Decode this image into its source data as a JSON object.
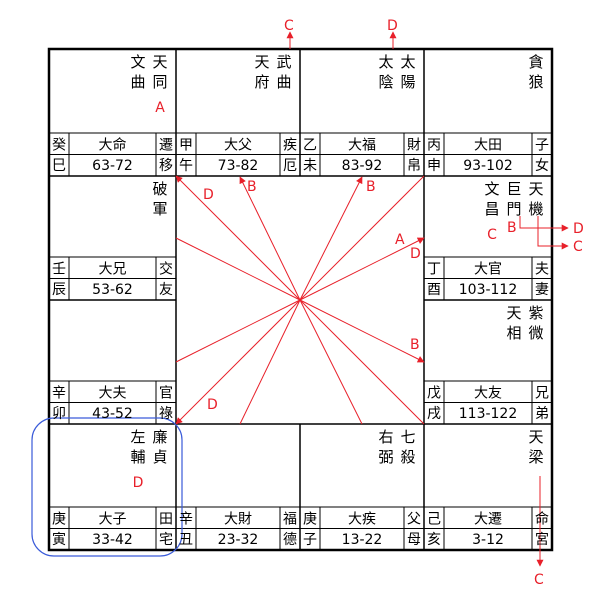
{
  "palaces": [
    {
      "id": "si",
      "star_cols": [
        "天同",
        "文曲"
      ],
      "sihua": "A",
      "gz": [
        "癸",
        "巳"
      ],
      "da": "大命",
      "age": "63-72",
      "pal": [
        "遷",
        "移"
      ]
    },
    {
      "id": "wu",
      "star_cols": [
        "武曲",
        "天府"
      ],
      "sihua": "",
      "gz": [
        "甲",
        "午"
      ],
      "da": "大父",
      "age": "73-82",
      "pal": [
        "疾",
        "厄"
      ]
    },
    {
      "id": "wei",
      "star_cols": [
        "太陽",
        "太陰"
      ],
      "sihua": "",
      "gz": [
        "乙",
        "未"
      ],
      "da": "大福",
      "age": "83-92",
      "pal": [
        "財",
        "帛"
      ]
    },
    {
      "id": "shen",
      "star_cols": [
        "貪狼"
      ],
      "sihua": "",
      "gz": [
        "丙",
        "申"
      ],
      "da": "大田",
      "age": "93-102",
      "pal": [
        "子",
        "女"
      ]
    },
    {
      "id": "chen",
      "star_cols": [
        "破軍"
      ],
      "sihua": "",
      "gz": [
        "壬",
        "辰"
      ],
      "da": "大兄",
      "age": "53-62",
      "pal": [
        "交",
        "友"
      ]
    },
    {
      "id": "you",
      "star_cols": [
        "天機",
        "巨門",
        "文昌"
      ],
      "sihua": "C",
      "gz": [
        "丁",
        "酉"
      ],
      "da": "大官",
      "age": "103-112",
      "pal": [
        "夫",
        "妻"
      ]
    },
    {
      "id": "mao",
      "star_cols": [],
      "sihua": "",
      "gz": [
        "辛",
        "卯"
      ],
      "da": "大夫",
      "age": "43-52",
      "pal": [
        "官",
        "祿"
      ]
    },
    {
      "id": "xu",
      "star_cols": [
        "紫微",
        "天相"
      ],
      "sihua": "",
      "gz": [
        "戊",
        "戌"
      ],
      "da": "大友",
      "age": "113-122",
      "pal": [
        "兄",
        "弟"
      ]
    },
    {
      "id": "yin",
      "star_cols": [
        "廉貞",
        "左輔"
      ],
      "sihua": "D",
      "gz": [
        "庚",
        "寅"
      ],
      "da": "大子",
      "age": "33-42",
      "pal": [
        "田",
        "宅"
      ]
    },
    {
      "id": "chou",
      "star_cols": [],
      "sihua": "",
      "gz": [
        "辛",
        "丑"
      ],
      "da": "大財",
      "age": "23-32",
      "pal": [
        "福",
        "德"
      ]
    },
    {
      "id": "zi",
      "star_cols": [
        "七殺",
        "右弼"
      ],
      "sihua": "",
      "gz": [
        "庚",
        "子"
      ],
      "da": "大疾",
      "age": "13-22",
      "pal": [
        "父",
        "母"
      ]
    },
    {
      "id": "hai",
      "star_cols": [
        "天梁"
      ],
      "sihua": "",
      "gz": [
        "己",
        "亥"
      ],
      "da": "大遷",
      "age": "3-12",
      "pal": [
        "命",
        "宮"
      ]
    }
  ],
  "arrow_labels": {
    "top_c": "C",
    "top_d": "D",
    "right_d": "D",
    "right_c": "C",
    "right_b": "B",
    "bottom_c": "C",
    "center": [
      "D",
      "B",
      "B",
      "A",
      "D",
      "B",
      "D"
    ]
  },
  "colors": {
    "accent_red": "#e8202a",
    "circle_blue": "#3a5bd9",
    "grid": "#000000"
  }
}
